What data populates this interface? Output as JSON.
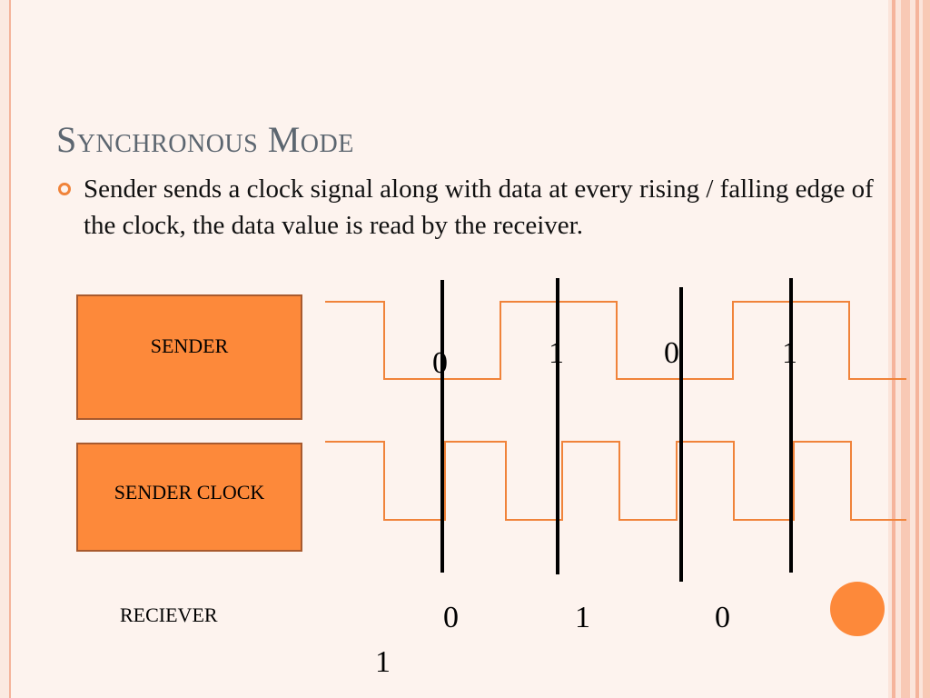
{
  "slide": {
    "title": "Synchronous Mode",
    "bullet": "Sender sends a clock signal along with data  at every rising / falling edge of the clock, the  data value is read by the receiver."
  },
  "labels": {
    "sender": "SENDER",
    "sender_clock": "SENDER CLOCK",
    "receiver": "RECIEVER"
  },
  "data_bits": [
    "0",
    "1",
    "0",
    "1"
  ],
  "received_bits": [
    "0",
    "1",
    "0",
    "1"
  ],
  "colors": {
    "accent": "#fd893a",
    "signal": "#f0833a",
    "title": "#5c6670"
  }
}
